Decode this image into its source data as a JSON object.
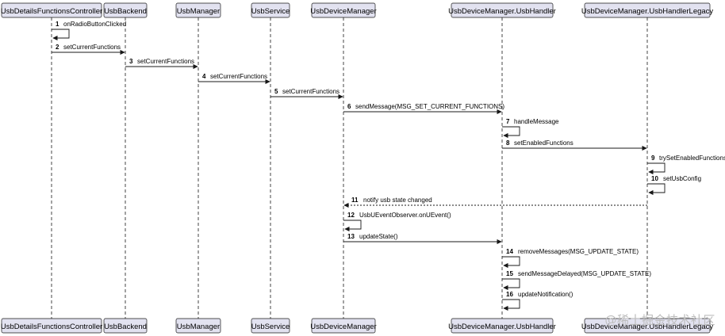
{
  "participants": [
    "UsbDetailsFunctionsController",
    "UsbBackend",
    "UsbManager",
    "UsbService",
    "UsbDeviceManager",
    "UsbDeviceManager.UsbHandler",
    "UsbDeviceManager.UsbHandlerLegacy"
  ],
  "messages": [
    {
      "num": "1",
      "text": "onRadioButtonClicked",
      "from": 0,
      "to": 0,
      "style": "sync"
    },
    {
      "num": "2",
      "text": "setCurrentFunctions",
      "from": 0,
      "to": 1,
      "style": "sync"
    },
    {
      "num": "3",
      "text": "setCurrentFunctions",
      "from": 1,
      "to": 2,
      "style": "sync"
    },
    {
      "num": "4",
      "text": "setCurrentFunctions",
      "from": 2,
      "to": 3,
      "style": "sync"
    },
    {
      "num": "5",
      "text": "setCurrentFunctions",
      "from": 3,
      "to": 4,
      "style": "sync"
    },
    {
      "num": "6",
      "text": "sendMessage(MSG_SET_CURRENT_FUNCTIONS)",
      "from": 4,
      "to": 5,
      "style": "sync"
    },
    {
      "num": "7",
      "text": "handleMessage",
      "from": 5,
      "to": 5,
      "style": "sync"
    },
    {
      "num": "8",
      "text": "setEnabledFunctions",
      "from": 5,
      "to": 6,
      "style": "sync"
    },
    {
      "num": "9",
      "text": "trySetEnabledFunctions",
      "from": 6,
      "to": 6,
      "style": "sync"
    },
    {
      "num": "10",
      "text": "setUsbConfig",
      "from": 6,
      "to": 6,
      "style": "sync"
    },
    {
      "num": "11",
      "text": "notify usb state changed",
      "from": 6,
      "to": 4,
      "style": "return"
    },
    {
      "num": "12",
      "text": "UsbUEventObserver.onUEvent()",
      "from": 4,
      "to": 4,
      "style": "sync"
    },
    {
      "num": "13",
      "text": "updateState()",
      "from": 4,
      "to": 5,
      "style": "sync"
    },
    {
      "num": "14",
      "text": "removeMessages(MSG_UPDATE_STATE)",
      "from": 5,
      "to": 5,
      "style": "sync"
    },
    {
      "num": "15",
      "text": "sendMessageDelayed(MSG_UPDATE_STATE)",
      "from": 5,
      "to": 5,
      "style": "sync"
    },
    {
      "num": "16",
      "text": "updateNotification()",
      "from": 5,
      "to": 5,
      "style": "sync"
    }
  ],
  "watermark": "@稀土掘金技术社区",
  "colors": {
    "box_fill": "#e2e2f0",
    "box_border": "#181818",
    "lifeline": "#181818",
    "arrow": "#181818",
    "text": "#000000",
    "watermark": "#bdbdbd"
  }
}
